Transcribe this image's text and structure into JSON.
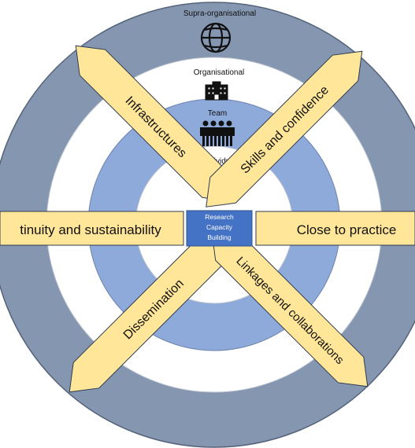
{
  "diagram": {
    "rings": [
      {
        "label": "Supra-organisational",
        "icon": "globe-icon"
      },
      {
        "label": "Organisational",
        "icon": "building-icon"
      },
      {
        "label": "Team",
        "icon": "team-icon"
      },
      {
        "label": "Individual",
        "icon": "person-icon"
      }
    ],
    "center": {
      "line1": "Research",
      "line2": "Capacity",
      "line3": "Building"
    },
    "arrows": {
      "infrastructures": "Infrastructures",
      "skills": "Skills and confidence",
      "continuity": "tinuity and sustainability",
      "practice": "Close to practice",
      "dissemination": "Dissemination",
      "linkages": "Linkages and collaborations"
    },
    "colors": {
      "outer_ring": "#8496B0",
      "white_ring": "#FFFFFF",
      "team_ring": "#8EAADB",
      "arrow_fill": "#FFE699",
      "center_box": "#4472C4",
      "outline": "#2F3B4F"
    }
  }
}
